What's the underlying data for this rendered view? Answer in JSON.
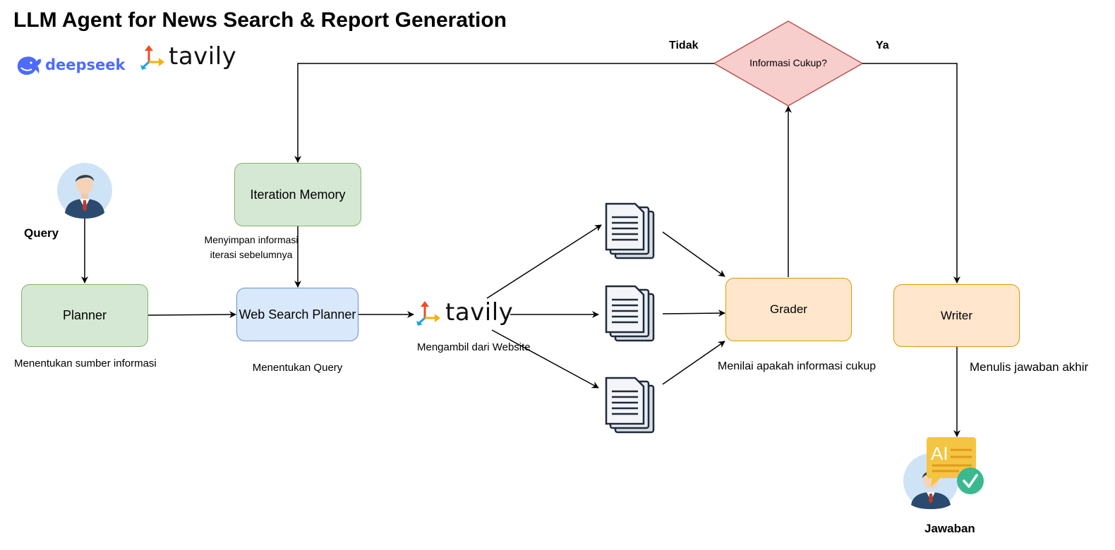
{
  "title": "LLM Agent for News Search & Report Generation",
  "logos": {
    "deepseek": "deepseek",
    "tavily_header": "tavily",
    "tavily_flow": "tavily"
  },
  "nodes": {
    "planner": "Planner",
    "iteration_memory": "Iteration Memory",
    "web_search_planner": "Web Search Planner",
    "grader": "Grader",
    "writer": "Writer",
    "decision": "Informasi Cukup?"
  },
  "labels": {
    "query": "Query",
    "planner_desc": "Menentukan sumber informasi",
    "memory_desc_1": "Menyimpan informasi",
    "memory_desc_2": "iterasi sebelumnya",
    "wsp_desc": "Menentukan Query",
    "tavily_desc": "Mengambil dari Website",
    "grader_desc": "Menilai apakah informasi cukup",
    "writer_desc": "Menulis jawaban akhir",
    "no": "Tidak",
    "yes": "Ya",
    "answer": "Jawaban",
    "ai_badge": "AI"
  },
  "icons": [
    "user-avatar-icon",
    "document-stack-icon",
    "ai-answer-icon",
    "deepseek-whale-icon",
    "tavily-arrows-icon"
  ],
  "colors": {
    "green_fill": "#d5e8d4",
    "green_stroke": "#82b366",
    "blue_fill": "#dae8fc",
    "blue_stroke": "#6c8ebf",
    "orange_fill": "#ffe6cc",
    "orange_stroke": "#d79b00",
    "decision_fill": "#f8cecc",
    "decision_stroke": "#b85450"
  }
}
